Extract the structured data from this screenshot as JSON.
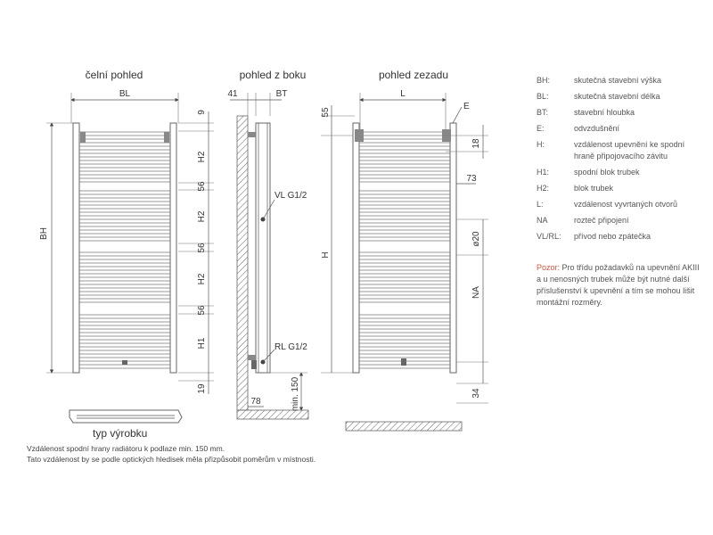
{
  "views": {
    "front": "čelní pohled",
    "side": "pohled z boku",
    "rear": "pohled zezadu",
    "product_type": "typ výrobku"
  },
  "dimensions": {
    "front": {
      "BL": "BL",
      "BH": "BH",
      "top": "9",
      "H2_a": "H2",
      "gap_a": "56",
      "H2_b": "H2",
      "gap_b": "56",
      "H2_c": "H2",
      "gap_c": "56",
      "H1": "H1",
      "bottom": "19"
    },
    "side": {
      "offset": "41",
      "BT": "BT",
      "VL": "VL G1/2",
      "RL": "RL G1/2",
      "wall": "78",
      "floor": "min. 150"
    },
    "rear": {
      "L": "L",
      "top": "55",
      "E": "E",
      "d18": "18",
      "d73": "73",
      "dia": "ø20",
      "H": "H",
      "NA": "NA",
      "bottom": "34"
    }
  },
  "legend": [
    {
      "abbr": "BH:",
      "desc": "skutečná stavební výška"
    },
    {
      "abbr": "BL:",
      "desc": "skutečná stavební délka"
    },
    {
      "abbr": "BT:",
      "desc": "stavební hloubka"
    },
    {
      "abbr": "E:",
      "desc": "odvzdušnění"
    },
    {
      "abbr": "H:",
      "desc": "vzdálenost upevnění ke spodní hraně připojovacího závitu"
    },
    {
      "abbr": "H1:",
      "desc": "spodní blok trubek"
    },
    {
      "abbr": "H2:",
      "desc": "blok trubek"
    },
    {
      "abbr": "L:",
      "desc": "vzdálenost vyvrtaných otvorů"
    },
    {
      "abbr": "NA",
      "desc": "rozteč připojení"
    },
    {
      "abbr": "VL/RL:",
      "desc": "přívod nebo zpátečka"
    }
  ],
  "note": {
    "label": "Pozor:",
    "text": " Pro třídu požadavků na upevnění AKIII a u nenosných trubek může být nutné další příslušenství k upevnění a tím se mohou lišit montážní rozměry."
  },
  "footnote": {
    "line1": "Vzdálenost spodní hrany radiátoru k podlaze min. 150 mm.",
    "line2": "Tato vzdálenost by se podle optických hledisek měla přizpůsobit poměrům v místnosti."
  },
  "colors": {
    "line": "#555555",
    "note_label": "#d4553b",
    "hatch": "#666666"
  }
}
